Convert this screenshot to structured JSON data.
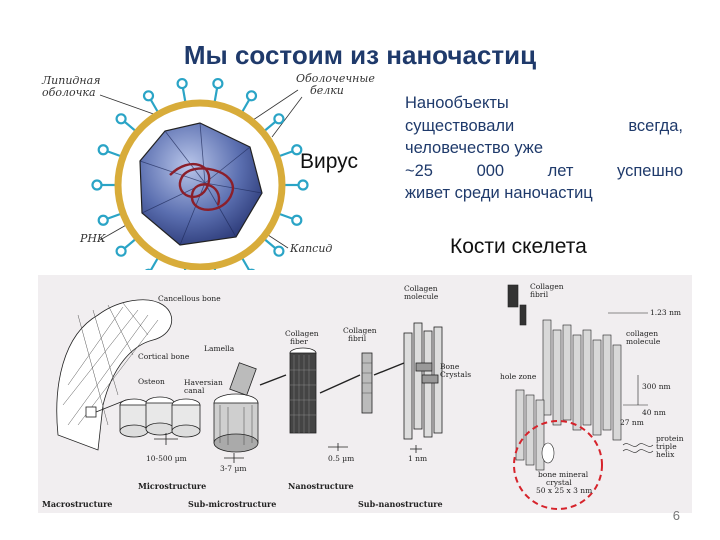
{
  "title": "Мы состоим из наночастиц",
  "virus": {
    "word": "Вирус",
    "labels": {
      "lipid_1": "Липидная",
      "lipid_2": "оболочка",
      "proteins_1": "Оболочечные",
      "proteins_2": "белки",
      "rna": "РНК",
      "capsid": "Капсид"
    }
  },
  "paragraph": {
    "line1": "Нанообъекты",
    "line2a": "существовали",
    "line2b": "всегда,",
    "line3": "человечество уже",
    "line4a": "~25",
    "line4b": "000",
    "line4c": "лет",
    "line4d": "успешно",
    "line5": "живет среди наночастиц"
  },
  "bones_heading": "Кости скелета",
  "bone_diagram": {
    "labels": {
      "cancellous": "Cancellous bone",
      "cortical": "Cortical bone",
      "osteon": "Osteon",
      "haversian_1": "Haversian",
      "haversian_2": "canal",
      "lamella": "Lamella",
      "collagen_fiber_1": "Collagen",
      "collagen_fiber_2": "fiber",
      "collagen_fibril_1": "Collagen",
      "collagen_fibril_2": "fibril",
      "collagen_molecule_1": "Collagen",
      "collagen_molecule_2": "molecule",
      "bone_crystals_1": "Bone",
      "bone_crystals_2": "Crystals",
      "scale_1": "10-500 µm",
      "scale_2": "3-7 µm",
      "scale_3": "0.5 µm",
      "scale_4": "1 nm",
      "r_collagen_fibril_1": "Collagen",
      "r_collagen_fibril_2": "fibril",
      "r_collagen_molecule_1": "collagen",
      "r_collagen_molecule_2": "molecule",
      "r_123": "1.23 nm",
      "hole_zone": "hole zone",
      "r_300": "300 nm",
      "r_40": "40 nm",
      "r_27": "27 nm",
      "protein_1": "protein",
      "protein_2": "triple",
      "protein_3": "helix",
      "mineral_1": "bone mineral",
      "mineral_2": "crystal",
      "mineral_3": "50 x 25 x 3 nm"
    },
    "bottom_labels": {
      "macro": "Macrostructure",
      "micro": "Microstructure",
      "submicro": "Sub-microstructure",
      "nano": "Nanostructure",
      "subnano": "Sub-nanostructure"
    }
  },
  "page_number": "6"
}
